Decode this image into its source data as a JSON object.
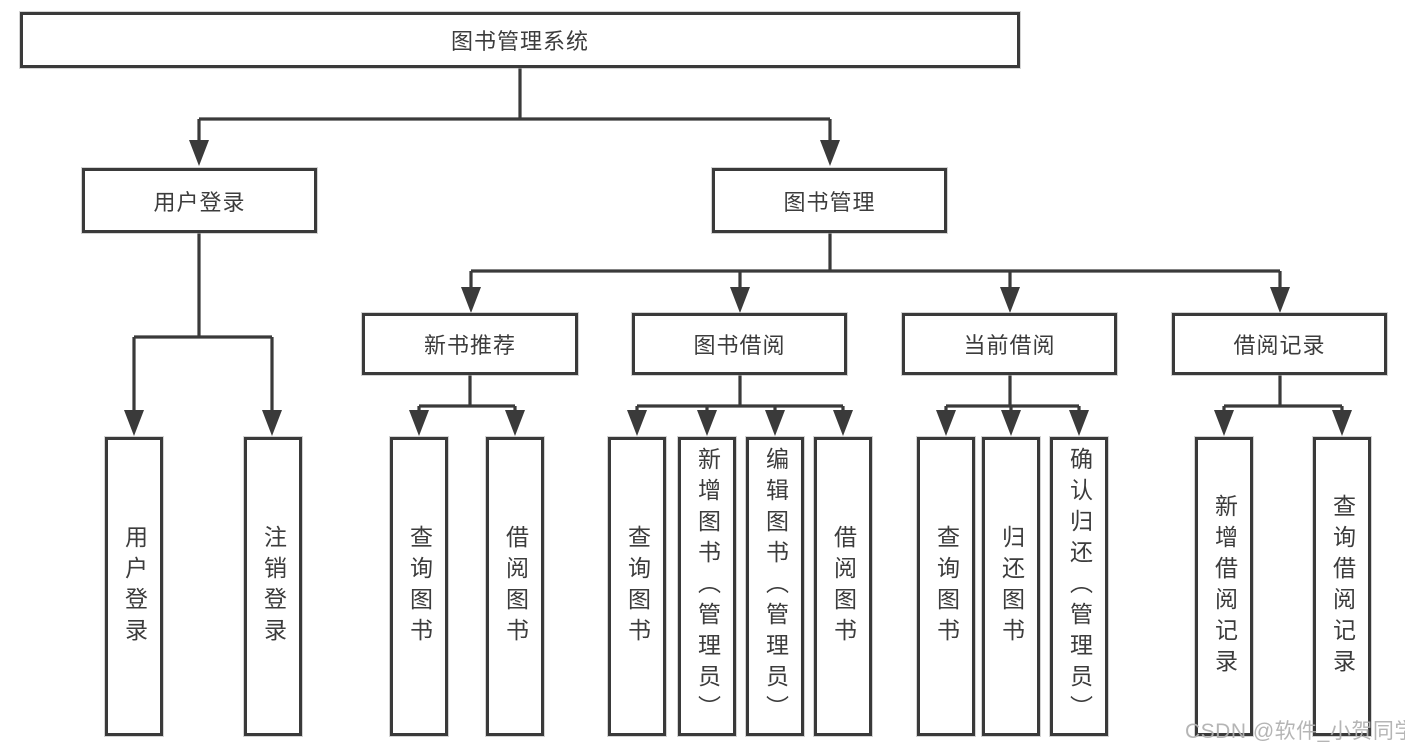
{
  "diagram": {
    "root": {
      "label": "图书管理系统"
    },
    "level2": {
      "user_login": {
        "label": "用户登录"
      },
      "book_management": {
        "label": "图书管理"
      }
    },
    "level3": {
      "new_book_recommend": {
        "label": "新书推荐"
      },
      "book_borrow": {
        "label": "图书借阅"
      },
      "current_borrow": {
        "label": "当前借阅"
      },
      "borrow_record": {
        "label": "借阅记录"
      }
    },
    "leaves": {
      "user_login": [
        "用户登录",
        "注销登录"
      ],
      "new_book_recommend": [
        "查询图书",
        "借阅图书"
      ],
      "book_borrow": [
        "查询图书",
        "新增图书（管理员）",
        "编辑图书（管理员）",
        "借阅图书"
      ],
      "current_borrow": [
        "查询图书",
        "归还图书",
        "确认归还（管理员）"
      ],
      "borrow_record": [
        "新增借阅记录",
        "查询借阅记录"
      ]
    },
    "colors": {
      "line": "#3a3a3a",
      "text": "#3c3c3c",
      "box_background": "#ffffff",
      "page_background": "#ffffff",
      "watermark": "#b2b2b2"
    },
    "watermark": "CSDN @软件_小贺同学"
  }
}
